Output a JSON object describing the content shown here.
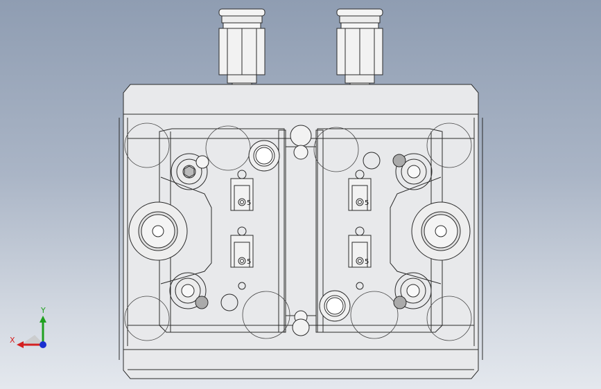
{
  "viewport": {
    "background_top": "#8f9db2",
    "background_bottom": "#e4e8ee"
  },
  "part": {
    "body_fill": "#e8e9eb",
    "line_color": "#2a2a2a",
    "fitting_count": 2,
    "sensor_marks": [
      "5",
      "5",
      "5",
      "5"
    ]
  },
  "triad": {
    "x_label": "X",
    "y_label": "Y",
    "x_color": "#d42020",
    "y_color": "#1fa01f",
    "z_color": "#1a2fd0"
  }
}
